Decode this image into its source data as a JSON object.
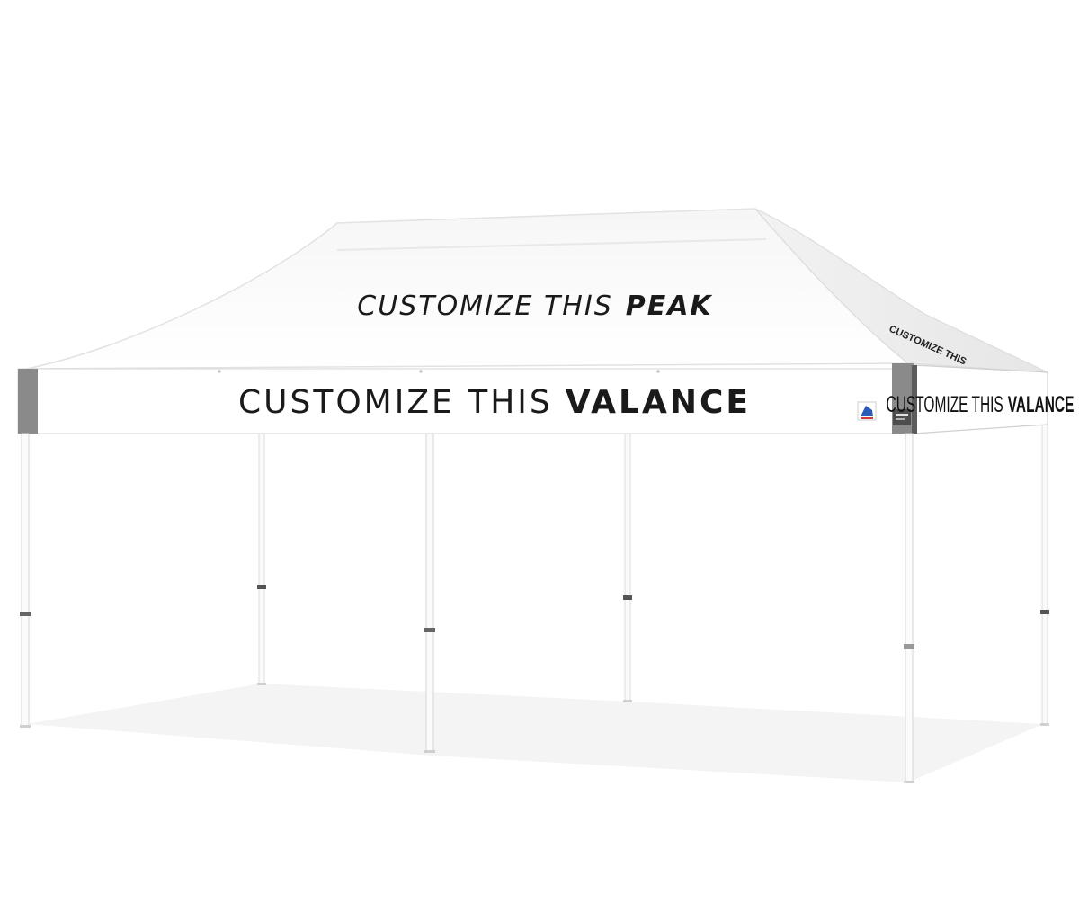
{
  "scene": {
    "subject": "tent",
    "colors": {
      "background": "#ffffff",
      "canopy": "#ffffff",
      "canopy_shade": "#eeeeee",
      "frame": "#f7f7f7",
      "corner_band": "#8a8a8a",
      "text": "#1a1a1a"
    }
  },
  "peak": {
    "text_light": "CUSTOMIZE THIS",
    "text_bold": "PEAK"
  },
  "front_valance": {
    "text_light": "CUSTOMIZE THIS",
    "text_bold": "VALANCE"
  },
  "side_valance": {
    "text_light": "CUSTOMIZE THIS",
    "text_bold": "VALANCE"
  },
  "icons": {
    "brand_logo": "brand-logo-icon",
    "model_badge": "model-badge-icon"
  }
}
